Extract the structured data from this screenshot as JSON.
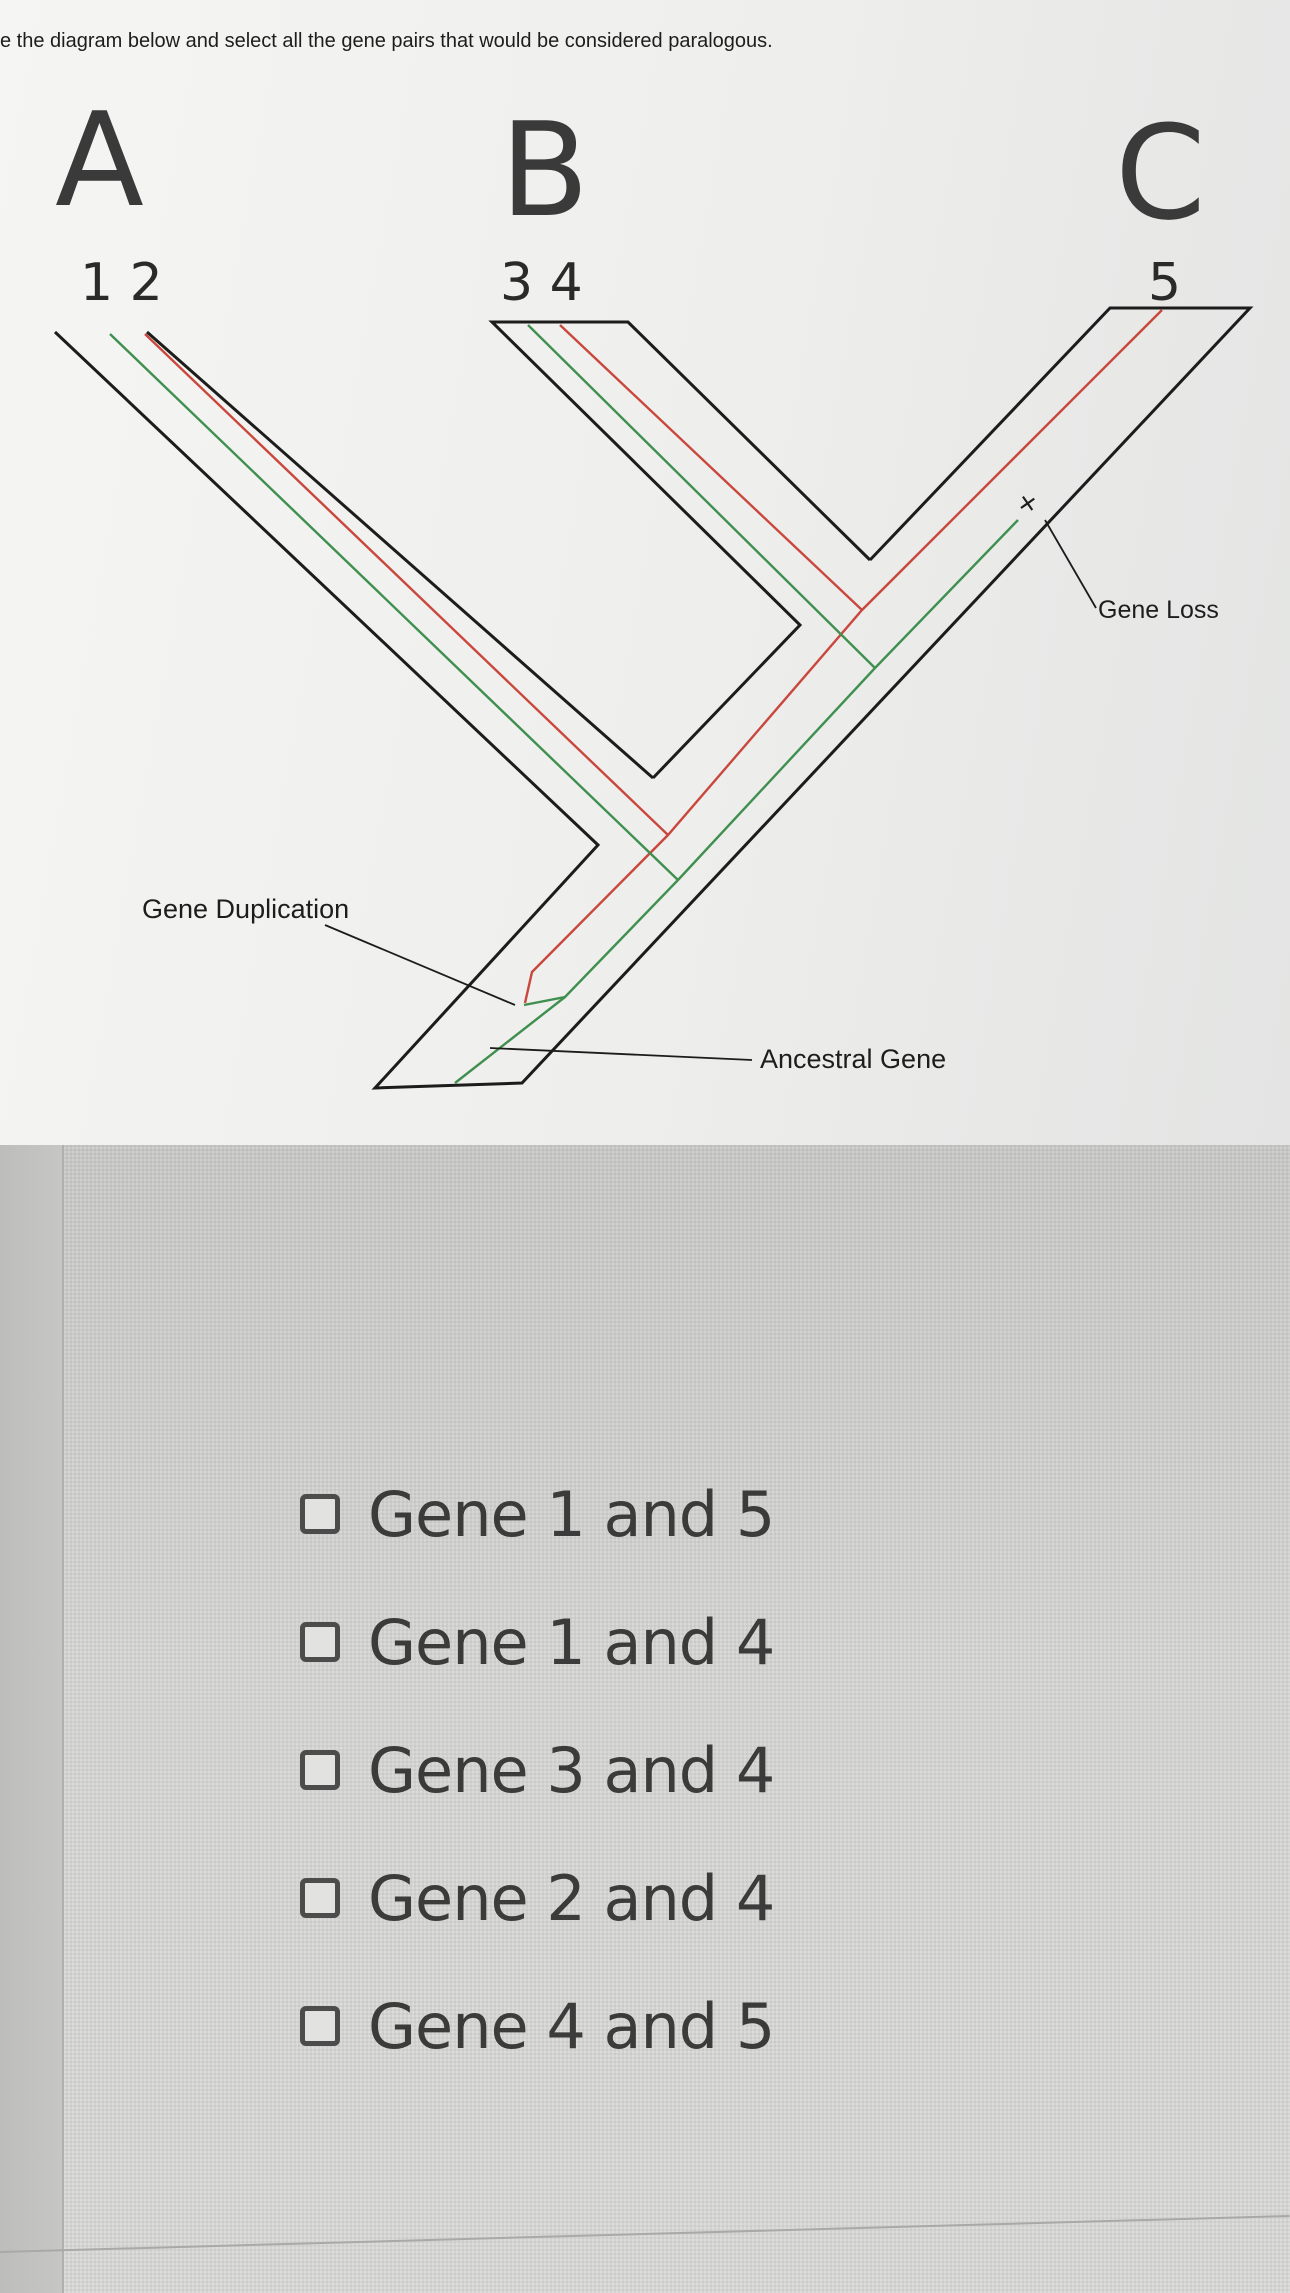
{
  "question": {
    "prompt": "e the diagram below and select all the gene pairs that would be considered paralogous."
  },
  "diagram": {
    "species": [
      "A",
      "B",
      "C"
    ],
    "gene_numbers": {
      "A": "1 2",
      "B": "3 4",
      "C": "5"
    },
    "annotations": {
      "gene_loss": "Gene Loss",
      "gene_duplication": "Gene Duplication",
      "ancestral_gene": "Ancestral Gene",
      "loss_marker": "+"
    },
    "colors": {
      "outline": "#1c1c1c",
      "gene_red": "#c9473c",
      "gene_green": "#3f8f4f"
    }
  },
  "options": [
    {
      "label": "Gene 1 and 5",
      "checked": false
    },
    {
      "label": "Gene 1 and 4",
      "checked": false
    },
    {
      "label": "Gene 3 and 4",
      "checked": false
    },
    {
      "label": "Gene 2 and 4",
      "checked": false
    },
    {
      "label": "Gene 4 and 5",
      "checked": false
    }
  ]
}
